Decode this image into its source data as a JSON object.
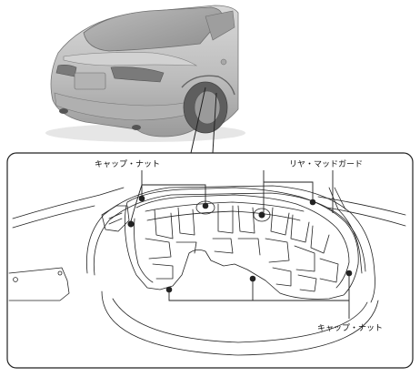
{
  "callouts": {
    "clip_nut_upper": "キャップ・ナット",
    "rear_mudguard": "リヤ・マッドガード",
    "clip_nut_lower": "キャップ・ナット"
  },
  "colors": {
    "line": "#222222",
    "car_body": "#c9c9c9",
    "car_shadow": "#8c8c8c",
    "background": "#ffffff"
  }
}
